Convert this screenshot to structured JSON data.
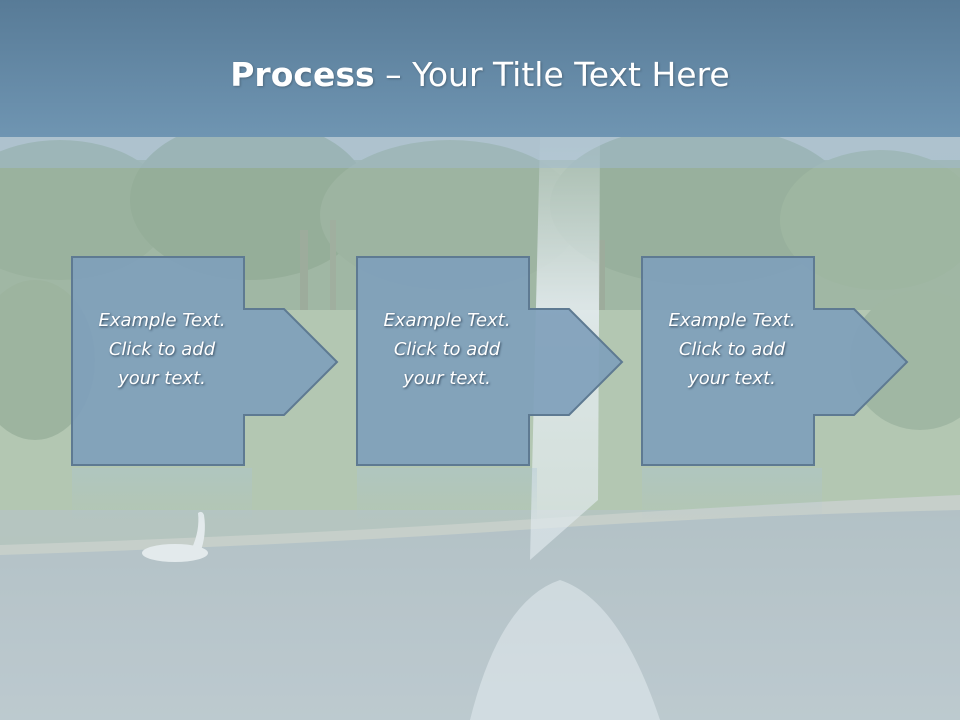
{
  "slide": {
    "title_bold": "Process",
    "title_rest": " – Your Title Text Here"
  },
  "steps": [
    {
      "line1": "Example Text.",
      "line2": "Click  to add",
      "line3": "your text."
    },
    {
      "line1": "Example Text.",
      "line2": "Click  to add",
      "line3": "your text."
    },
    {
      "line1": "Example Text.",
      "line2": "Click  to add",
      "line3": "your text."
    }
  ],
  "colors": {
    "title_bar": "#6f95b2",
    "box_fill": "#7f9fbb",
    "box_stroke": "#5e7a92",
    "title_text": "#ffffff"
  }
}
